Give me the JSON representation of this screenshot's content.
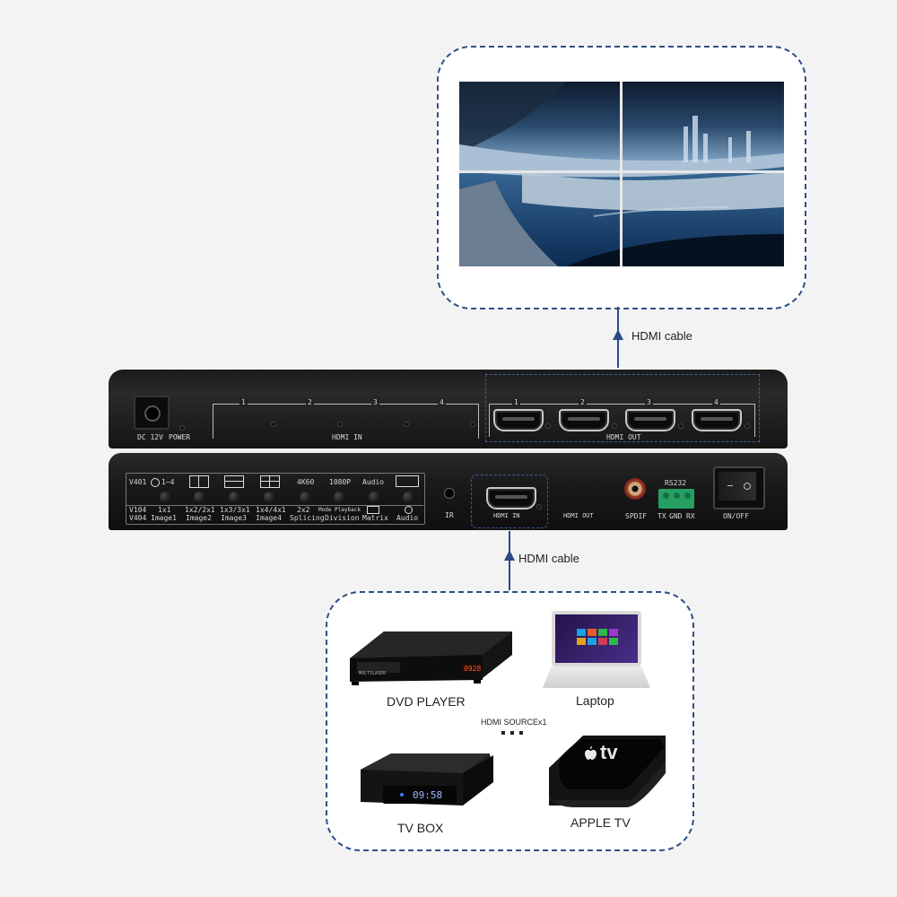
{
  "labels": {
    "cable_top": "HDMI cable",
    "cable_bottom": "HDMI cable",
    "source_count": "HDMI SOURCEx1"
  },
  "devices": {
    "dvd": "DVD PLAYER",
    "laptop": "Laptop",
    "tvbox": "TV BOX",
    "appletv": "APPLE TV",
    "dvd_display": "0928",
    "dvd_brand": "MULTILASER",
    "tvbox_display": "09:58",
    "appletv_logo": "tv"
  },
  "rear_panel": {
    "dc": "DC 12V",
    "power": "POWER",
    "hdmi_in": "HDMI IN",
    "hdmi_out": "HDMI OUT",
    "in_ports": [
      "1",
      "2",
      "3",
      "4"
    ],
    "out_ports": [
      "1",
      "2",
      "3",
      "4"
    ]
  },
  "front_panel": {
    "v401": "V401",
    "v104": "V104",
    "v404": "V404",
    "range": "1~4",
    "top_labels": [
      "4K60",
      "1080P",
      "Audio"
    ],
    "v104_labels": [
      "1x1",
      "1x2/2x1",
      "1x3/3x1",
      "1x4/4x1",
      "2x2",
      "Mode Playback"
    ],
    "v404_labels": [
      "Image1",
      "Image2",
      "Image3",
      "Image4",
      "Splicing",
      "Division",
      "Matrix",
      "Audio"
    ],
    "ir": "IR",
    "hdmi_in": "HDMI IN",
    "hdmi_out": "HDMI OUT",
    "spdif": "SPDIF",
    "rs232": "RS232",
    "tx": "TX",
    "gnd": "GND",
    "rx": "RX",
    "onoff": "ON/OFF"
  },
  "colors": {
    "dashed": "#2f4f86",
    "arrow": "#2c4a84",
    "device": "#1a1a1a"
  }
}
